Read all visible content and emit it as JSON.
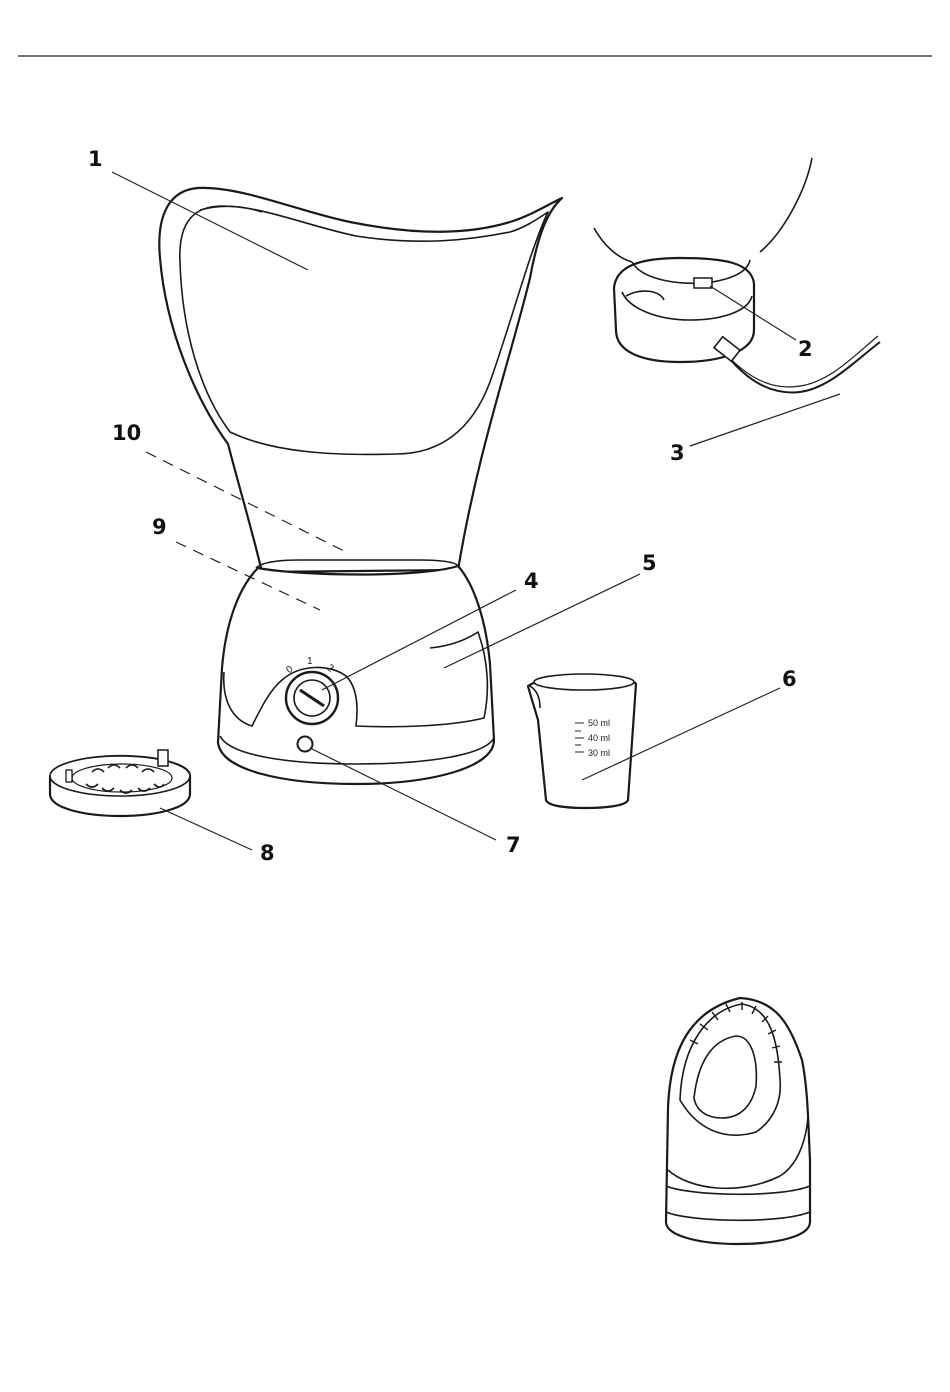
{
  "callouts": [
    {
      "id": "1",
      "label": "1"
    },
    {
      "id": "2",
      "label": "2"
    },
    {
      "id": "3",
      "label": "3"
    },
    {
      "id": "4",
      "label": "4"
    },
    {
      "id": "5",
      "label": "5"
    },
    {
      "id": "6",
      "label": "6"
    },
    {
      "id": "7",
      "label": "7"
    },
    {
      "id": "8",
      "label": "8"
    },
    {
      "id": "9",
      "label": "9"
    },
    {
      "id": "10",
      "label": "10"
    }
  ],
  "dial_marks": [
    "0",
    "1",
    "2"
  ],
  "cup_scale": [
    "50 ml",
    "40 ml",
    "30 ml"
  ]
}
